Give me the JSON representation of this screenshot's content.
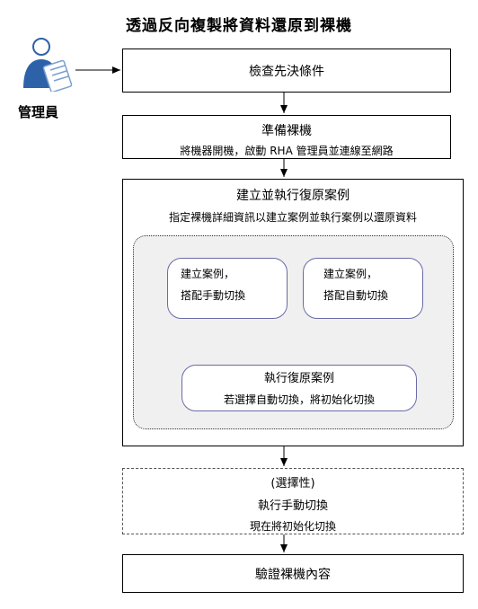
{
  "title": "透過反向複製將資料還原到裸機",
  "actor": {
    "label": "管理員",
    "icon": "administrator-icon"
  },
  "steps": [
    {
      "title": "檢查先決條件"
    },
    {
      "title": "準備裸機",
      "subtitle": "將機器開機，啟動 RHA 管理員並連線至網路"
    },
    {
      "title": "建立並執行復原案例",
      "subtitle": "指定裸機詳細資訊以建立案例並執行案例以還原資料",
      "substeps": {
        "left": {
          "line1": "建立案例，",
          "line2": "搭配手動切換"
        },
        "right": {
          "line1": "建立案例，",
          "line2": "搭配自動切換"
        },
        "bottom": {
          "title": "執行復原案例",
          "subtitle": "若選擇自動切換，將初始化切換"
        }
      }
    },
    {
      "label": "(選擇性)",
      "title": "執行手動切換",
      "subtitle": "現在將初始化切換"
    },
    {
      "title": "驗證裸機內容"
    }
  ],
  "colors": {
    "accent": "#2e62a8",
    "panel": "#f0f0f0",
    "rounded_border": "#6a6aa8"
  }
}
